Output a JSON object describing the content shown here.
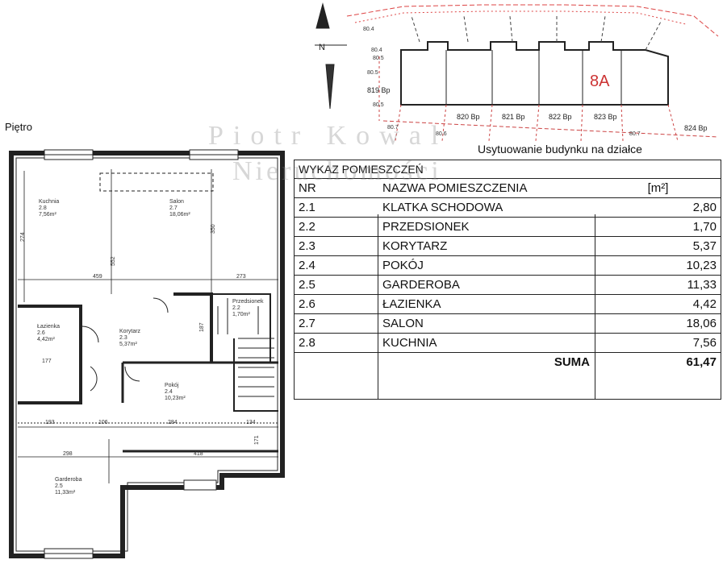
{
  "floor_label": "Piętro",
  "site_caption": "Usytuowanie budynku na działce",
  "watermark": {
    "line1": "Piotr Kowal",
    "line2": "Nieruchomości"
  },
  "site_plan": {
    "building_label": "8A",
    "north": "N",
    "plot_labels": [
      "819 Bp",
      "820 Bp",
      "821 Bp",
      "822 Bp",
      "823 Bp",
      "824 Bp"
    ],
    "elevations": [
      "80.4",
      "80.5",
      "80.5",
      "80.4",
      "80.5",
      "80.7",
      "80.6",
      "80.7"
    ]
  },
  "table": {
    "title": "WYKAZ POMIESZCZEŃ",
    "headers": {
      "nr": "NR",
      "name": "NAZWA POMIESZCZENIA",
      "unit": "[m²]"
    },
    "rows": [
      {
        "nr": "2.1",
        "name": "KLATKA SCHODOWA",
        "area": "2,80"
      },
      {
        "nr": "2.2",
        "name": "PRZEDSIONEK",
        "area": "1,70"
      },
      {
        "nr": "2.3",
        "name": "KORYTARZ",
        "area": "5,37"
      },
      {
        "nr": "2.4",
        "name": "POKÓJ",
        "area": "10,23"
      },
      {
        "nr": "2.5",
        "name": "GARDEROBA",
        "area": "11,33"
      },
      {
        "nr": "2.6",
        "name": "ŁAZIENKA",
        "area": "4,42"
      },
      {
        "nr": "2.7",
        "name": "SALON",
        "area": "18,06"
      },
      {
        "nr": "2.8",
        "name": "KUCHNIA",
        "area": "7,56"
      }
    ],
    "sum_label": "SUMA",
    "sum_value": "61,47"
  },
  "plan_rooms": [
    {
      "name": "Kuchnia",
      "code": "2.8",
      "area": "7,56m²"
    },
    {
      "name": "Salon",
      "code": "2.7",
      "area": "18,06m²"
    },
    {
      "name": "Łazienka",
      "code": "2.6",
      "area": "4,42m²"
    },
    {
      "name": "Korytarz",
      "code": "2.3",
      "area": "5,37m²"
    },
    {
      "name": "Przedsionek",
      "code": "2.2",
      "area": "1,70m²"
    },
    {
      "name": "Pokój",
      "code": "2.4",
      "area": "10,23m²"
    },
    {
      "name": "Garderoba",
      "code": "2.5",
      "area": "11,33m²"
    }
  ],
  "dimensions": [
    "274",
    "552",
    "350",
    "459",
    "273",
    "177",
    "187",
    "193",
    "106",
    "284",
    "134",
    "298",
    "418",
    "171"
  ]
}
